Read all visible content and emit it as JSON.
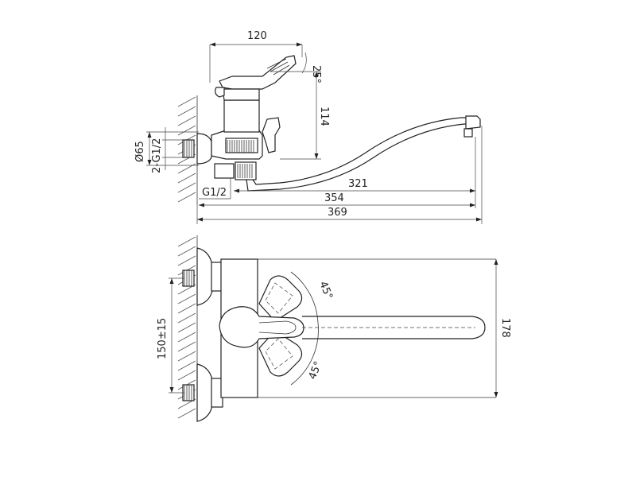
{
  "colors": {
    "line": "#222222",
    "background": "#ffffff"
  },
  "dimensions": {
    "top_width": "120",
    "handle_angle": "25°",
    "body_height": "114",
    "diameter": "Ø65",
    "connection_thread": "2-G1/2",
    "outlet_thread": "G1/2",
    "spout_length": "321",
    "spout_reach": "354",
    "total_length": "369",
    "angle_upper": "45°",
    "angle_lower": "45°",
    "inlet_spacing": "150±15",
    "side_height": "178"
  }
}
